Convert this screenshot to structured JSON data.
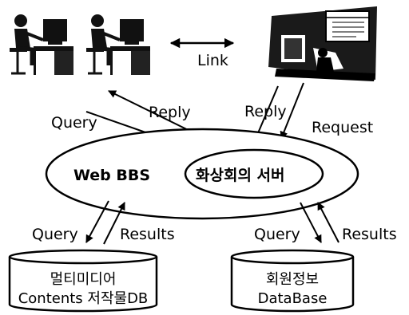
{
  "link_label": "Link",
  "edges": {
    "user_query": "Query",
    "user_reply": "Reply",
    "server_reply": "Reply",
    "server_request": "Request",
    "db1_query": "Query",
    "db1_results": "Results",
    "db2_query": "Query",
    "db2_results": "Results"
  },
  "server": {
    "web_bbs": "Web BBS",
    "video_conf": "화상회의 서버"
  },
  "db_left": {
    "line1": "멀티미디어",
    "line2": "Contents 저작물DB"
  },
  "db_right": {
    "line1": "회원정보",
    "line2": "DataBase"
  }
}
